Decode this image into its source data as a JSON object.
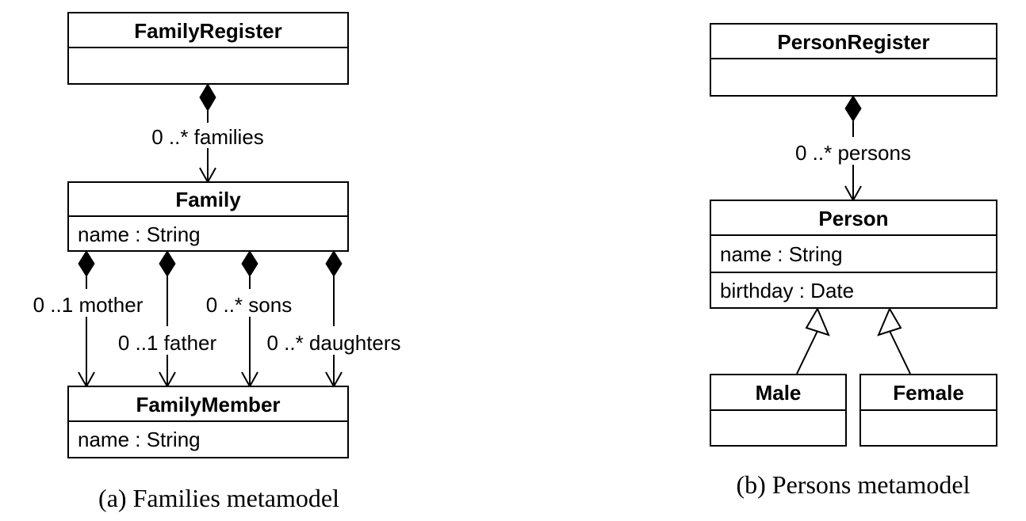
{
  "families": {
    "caption": "(a) Families metamodel",
    "family_register": {
      "name": "FamilyRegister"
    },
    "family": {
      "name": "Family",
      "attr": "name : String"
    },
    "family_member": {
      "name": "FamilyMember",
      "attr": "name : String"
    },
    "assoc_families": "0 ..* families",
    "assoc_mother": "0 ..1 mother",
    "assoc_father": "0 ..1 father",
    "assoc_sons": "0 ..* sons",
    "assoc_daughters": "0 ..* daughters"
  },
  "persons": {
    "caption": "(b) Persons metamodel",
    "person_register": {
      "name": "PersonRegister"
    },
    "person": {
      "name": "Person",
      "attr1": "name : String",
      "attr2": "birthday : Date"
    },
    "male": {
      "name": "Male"
    },
    "female": {
      "name": "Female"
    },
    "assoc_persons": "0 ..* persons"
  }
}
